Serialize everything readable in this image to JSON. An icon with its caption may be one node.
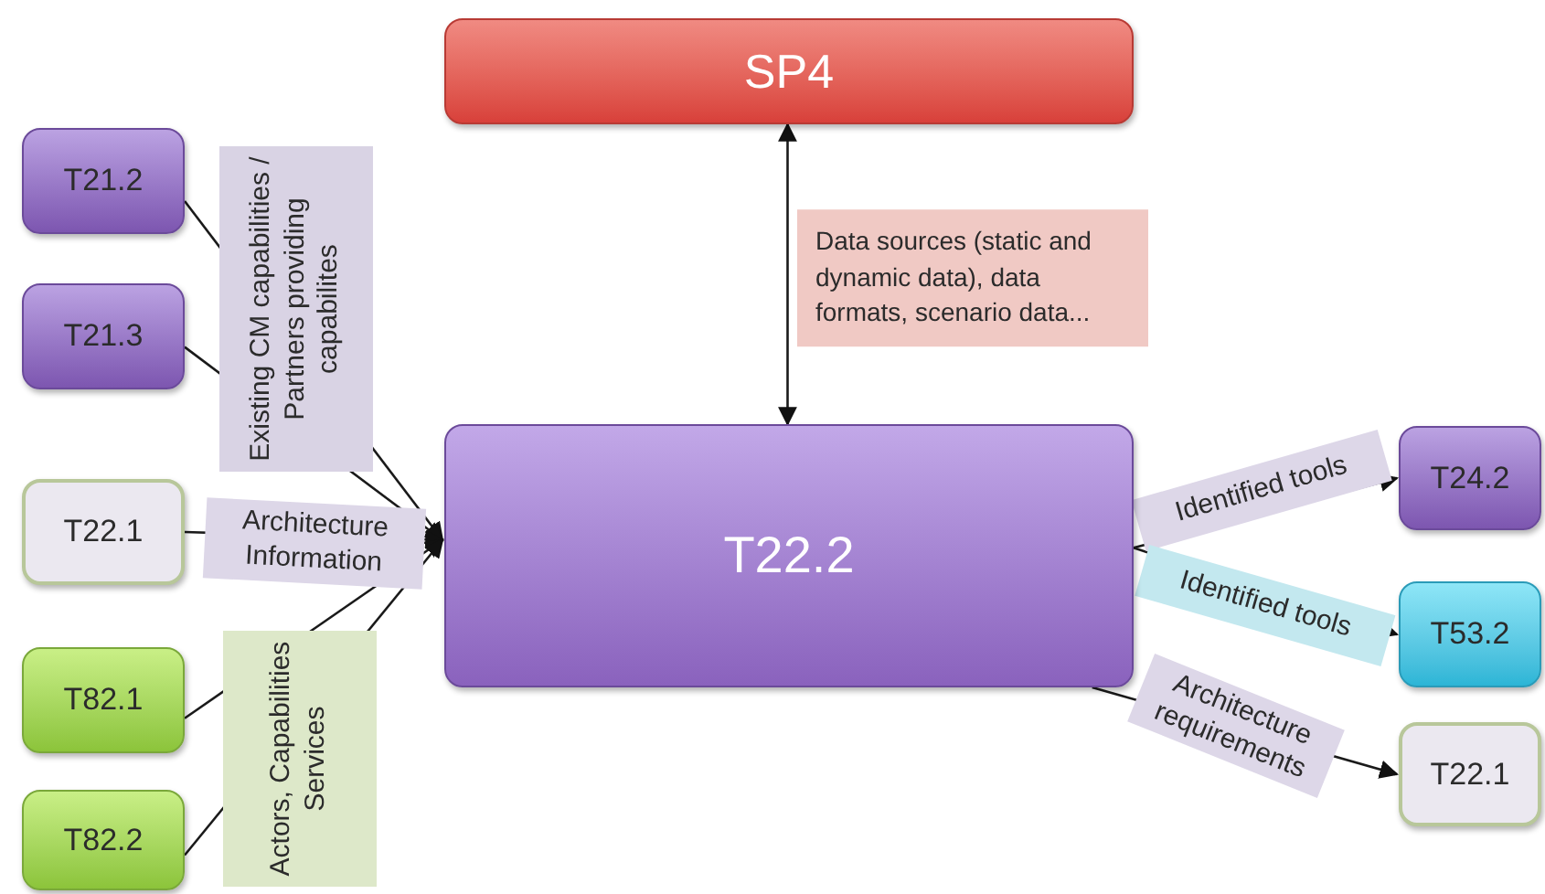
{
  "diagram": {
    "nodes": [
      {
        "text": [
          "SP4"
        ]
      },
      {
        "text": [
          "T21.2"
        ]
      },
      {
        "text": [
          "T21.3"
        ]
      },
      {
        "text": [
          "T22.1"
        ]
      },
      {
        "text": [
          "T82.1"
        ]
      },
      {
        "text": [
          "T82.2"
        ]
      },
      {
        "text": [
          "T22.2"
        ]
      },
      {
        "text": [
          "T24.2"
        ]
      },
      {
        "text": [
          "T53.2"
        ]
      },
      {
        "text": [
          "T22.1"
        ]
      }
    ],
    "edges": [
      {
        "from": 0,
        "to": 6,
        "arrow": "both",
        "label": "Data sources (static and dynamic data), data formats, scenario data..."
      },
      {
        "from": 1,
        "to": 6,
        "arrow": "to"
      },
      {
        "from": 2,
        "to": 6,
        "arrow": "to"
      },
      {
        "from": 3,
        "to": 6,
        "arrow": "to",
        "label": "Architecture Information"
      },
      {
        "from": 4,
        "to": 6,
        "arrow": "to"
      },
      {
        "from": 5,
        "to": 6,
        "arrow": "to"
      },
      {
        "from": 6,
        "to": 7,
        "arrow": "to",
        "label": "Identified tools"
      },
      {
        "from": 6,
        "to": 8,
        "arrow": "to",
        "label": "Identified tools"
      },
      {
        "from": 6,
        "to": 9,
        "arrow": "to",
        "label": "Architecture requirements"
      }
    ],
    "labels": [
      "Existing CM capabilities / Partners providing capabilites",
      "Actors, Capabilities Services"
    ]
  }
}
